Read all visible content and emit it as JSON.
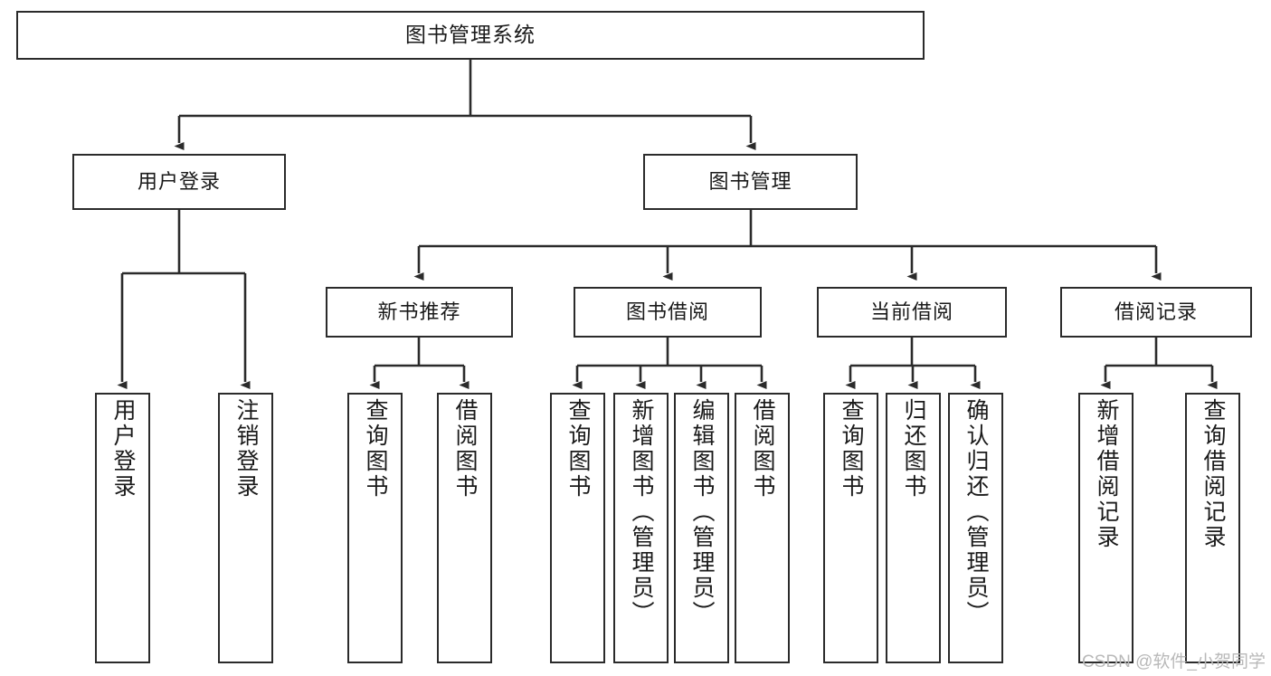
{
  "diagram": {
    "title": "图书管理系统",
    "watermark": "CSDN @软件_小贺同学",
    "colors": {
      "stroke": "#2b2b2b",
      "fill": "#ffffff",
      "text": "#1a1a1a",
      "watermark": "#b9b9b9"
    },
    "nodes": {
      "root": {
        "label": "图书管理系统"
      },
      "level2": [
        {
          "id": "user-login",
          "label": "用户登录"
        },
        {
          "id": "book-manage",
          "label": "图书管理"
        }
      ],
      "level3": [
        {
          "id": "new-book-recommend",
          "label": "新书推荐"
        },
        {
          "id": "book-borrow",
          "label": "图书借阅"
        },
        {
          "id": "current-borrow",
          "label": "当前借阅"
        },
        {
          "id": "borrow-record",
          "label": "借阅记录"
        }
      ],
      "leaves": {
        "user_login": [
          {
            "id": "leaf-user-login",
            "label": "用户登录"
          },
          {
            "id": "leaf-logout-login",
            "label": "注销登录"
          }
        ],
        "new_book_recommend": [
          {
            "id": "leaf-query-book-1",
            "label": "查询图书"
          },
          {
            "id": "leaf-borrow-book-1",
            "label": "借阅图书"
          }
        ],
        "book_borrow": [
          {
            "id": "leaf-query-book-2",
            "label": "查询图书"
          },
          {
            "id": "leaf-add-book",
            "label": "新增图书（管理员）"
          },
          {
            "id": "leaf-edit-book",
            "label": "编辑图书（管理员）"
          },
          {
            "id": "leaf-borrow-book-2",
            "label": "借阅图书"
          }
        ],
        "current_borrow": [
          {
            "id": "leaf-query-book-3",
            "label": "查询图书"
          },
          {
            "id": "leaf-return-book",
            "label": "归还图书"
          },
          {
            "id": "leaf-confirm-return",
            "label": "确认归还（管理员）"
          }
        ],
        "borrow_record": [
          {
            "id": "leaf-add-borrow-record",
            "label": "新增借阅记录"
          },
          {
            "id": "leaf-query-borrow-record",
            "label": "查询借阅记录"
          }
        ]
      }
    }
  }
}
